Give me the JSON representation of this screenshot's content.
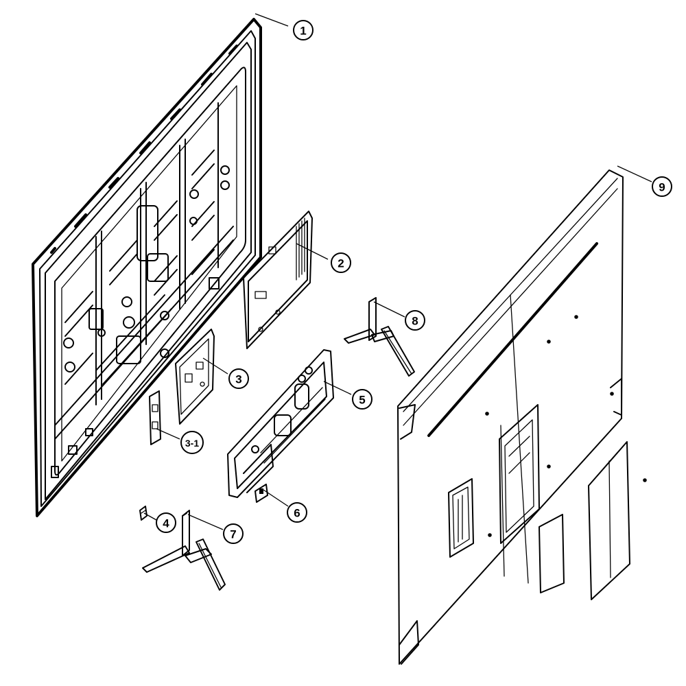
{
  "callouts": [
    {
      "id": "1",
      "label": "1"
    },
    {
      "id": "2",
      "label": "2"
    },
    {
      "id": "3",
      "label": "3"
    },
    {
      "id": "3-1",
      "label": "3-1"
    },
    {
      "id": "4",
      "label": "4"
    },
    {
      "id": "5",
      "label": "5"
    },
    {
      "id": "6",
      "label": "6"
    },
    {
      "id": "7",
      "label": "7"
    },
    {
      "id": "8",
      "label": "8"
    },
    {
      "id": "9",
      "label": "9"
    }
  ]
}
